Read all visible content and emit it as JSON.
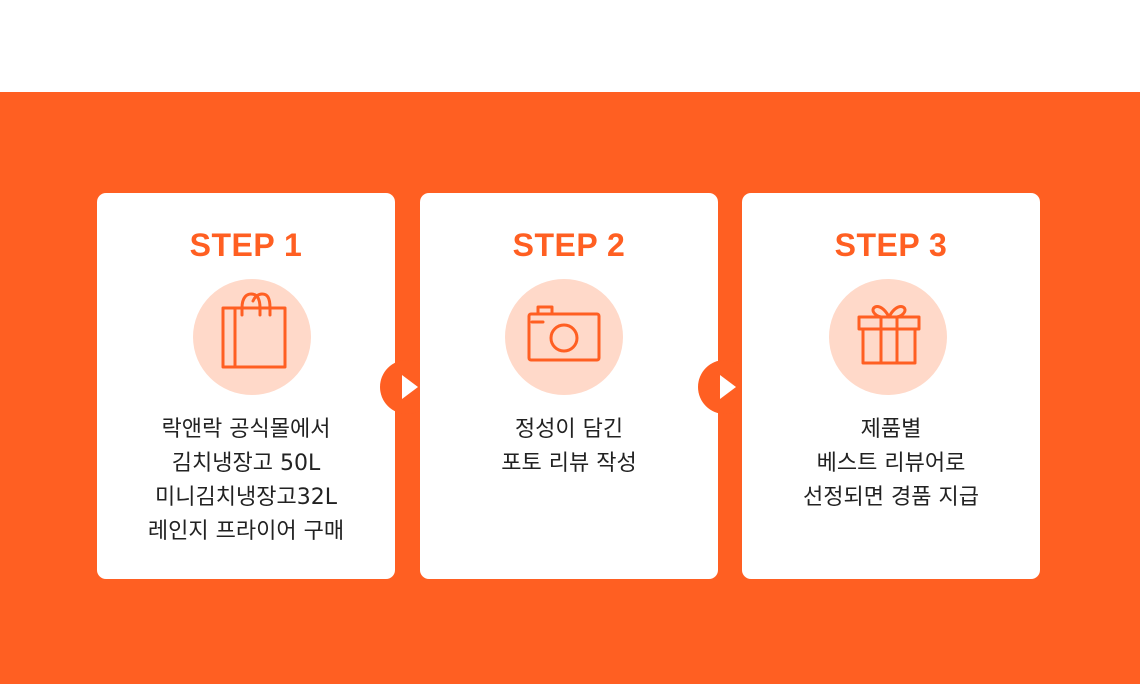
{
  "colors": {
    "accent": "#ff5f22",
    "icon_bg": "#ffd9c9",
    "text": "#222222",
    "card": "#ffffff"
  },
  "steps": [
    {
      "title": "STEP 1",
      "icon": "shopping-bag-icon",
      "lines": [
        "락앤락 공식몰에서",
        "김치냉장고 50L",
        "미니김치냉장고32L",
        "레인지 프라이어 구매"
      ]
    },
    {
      "title": "STEP 2",
      "icon": "camera-icon",
      "lines": [
        "정성이 담긴",
        "포토 리뷰 작성"
      ]
    },
    {
      "title": "STEP 3",
      "icon": "gift-icon",
      "lines": [
        "제품별",
        "베스트 리뷰어로",
        "선정되면 경품 지급"
      ]
    }
  ],
  "connectors": [
    {
      "icon": "play-arrow-icon"
    },
    {
      "icon": "play-arrow-icon"
    }
  ]
}
